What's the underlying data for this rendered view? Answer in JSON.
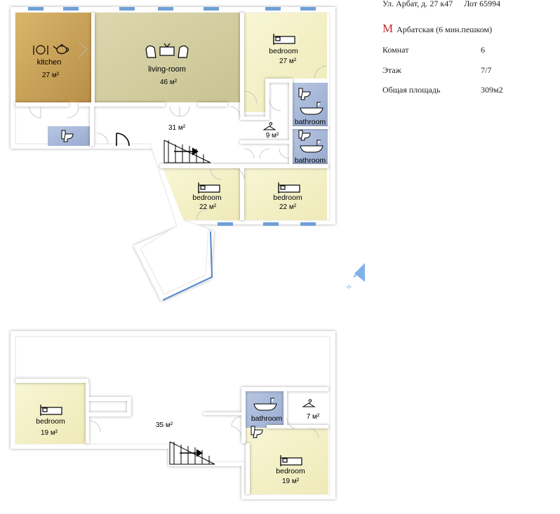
{
  "header": {
    "address": "Ул.  Арбат, д. 27 к47",
    "lot": "Лот 65994",
    "metro_letter": "М",
    "metro_station": "Арбатская (6 мин.пешком)"
  },
  "details": [
    {
      "label": "Комнат",
      "value": "6"
    },
    {
      "label": "Этаж",
      "value": "7/7"
    },
    {
      "label": "Общая площадь",
      "value": "309м2"
    }
  ],
  "upper_floor": {
    "kitchen": {
      "name": "kitchen",
      "area": "27 м²"
    },
    "living_room": {
      "name": "living-room",
      "area": "46 м²"
    },
    "bedroom_top": {
      "name": "bedroom",
      "area": "27 м²"
    },
    "bathroom_1": {
      "name": "bathroom"
    },
    "bathroom_2": {
      "name": "bathroom"
    },
    "hall": {
      "area": "31 м²"
    },
    "closet": {
      "area": "9 м²"
    },
    "bedroom_mid": {
      "name": "bedroom",
      "area": "22 м²"
    },
    "bedroom_right": {
      "name": "bedroom",
      "area": "22 м²"
    }
  },
  "lower_floor": {
    "bedroom_left": {
      "name": "bedroom",
      "area": "19 м²"
    },
    "hall": {
      "area": "35 м²"
    },
    "bathroom": {
      "name": "bathroom"
    },
    "closet": {
      "area": "7  м²"
    },
    "bedroom_right": {
      "name": "bedroom",
      "area": "19 м²"
    }
  },
  "compass": {
    "north_label": "N"
  },
  "colors": {
    "kitchen": "#c9a25a",
    "living_room": "#d3ceA0",
    "bedroom": "#f5f2c8",
    "bathroom": "#a9b9d8",
    "wall": "#ffffff",
    "window": "#6f9fd8",
    "metro": "#c0282d"
  }
}
